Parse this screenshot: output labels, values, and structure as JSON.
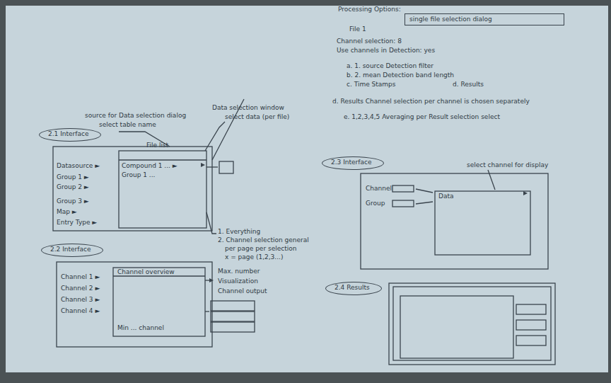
{
  "diagram": {
    "nodes": [
      {
        "text": [
          "2.1 Interface"
        ]
      },
      {
        "text": [
          "File list"
        ]
      },
      {
        "text": [
          "2.2 Interface"
        ]
      },
      {
        "text": [
          "2.3 Interface"
        ]
      },
      {
        "text": [
          "2.4 Results"
        ]
      },
      {
        "text": [
          "single file selection dialog"
        ]
      }
    ],
    "labels": [
      "Datasource ►",
      "Group 1 ►",
      "Group 2 ►",
      "Group 3 ►",
      "Map ►",
      "Entry Type ►",
      "Compound 1 ... ►",
      "Group 1 ...",
      "source for Data selection dialog",
      "select table name",
      "Data selection window",
      "select data (per file)",
      "1. Everything",
      "2. Channel selection general",
      "per page per selection",
      "x = page (1,2,3...)",
      "Max. number",
      "Visualization",
      "Channel output",
      "Channel 1 ►",
      "Channel 2 ►",
      "Channel 3 ►",
      "Channel 4 ►",
      "Channel overview",
      "Min ... channel",
      "Processing Options:",
      "File 1",
      "Channel selection: 8",
      "Use channels in Detection: yes",
      "a. 1. source Detection filter",
      "b. 2. mean Detection band length",
      "c. Time Stamps",
      "d. Results",
      "d. Results Channel selection per channel is chosen separately",
      "e. 1,2,3,4,5 Averaging per Result selection select",
      "Channel",
      "Group",
      "Data",
      "select channel for display"
    ]
  }
}
